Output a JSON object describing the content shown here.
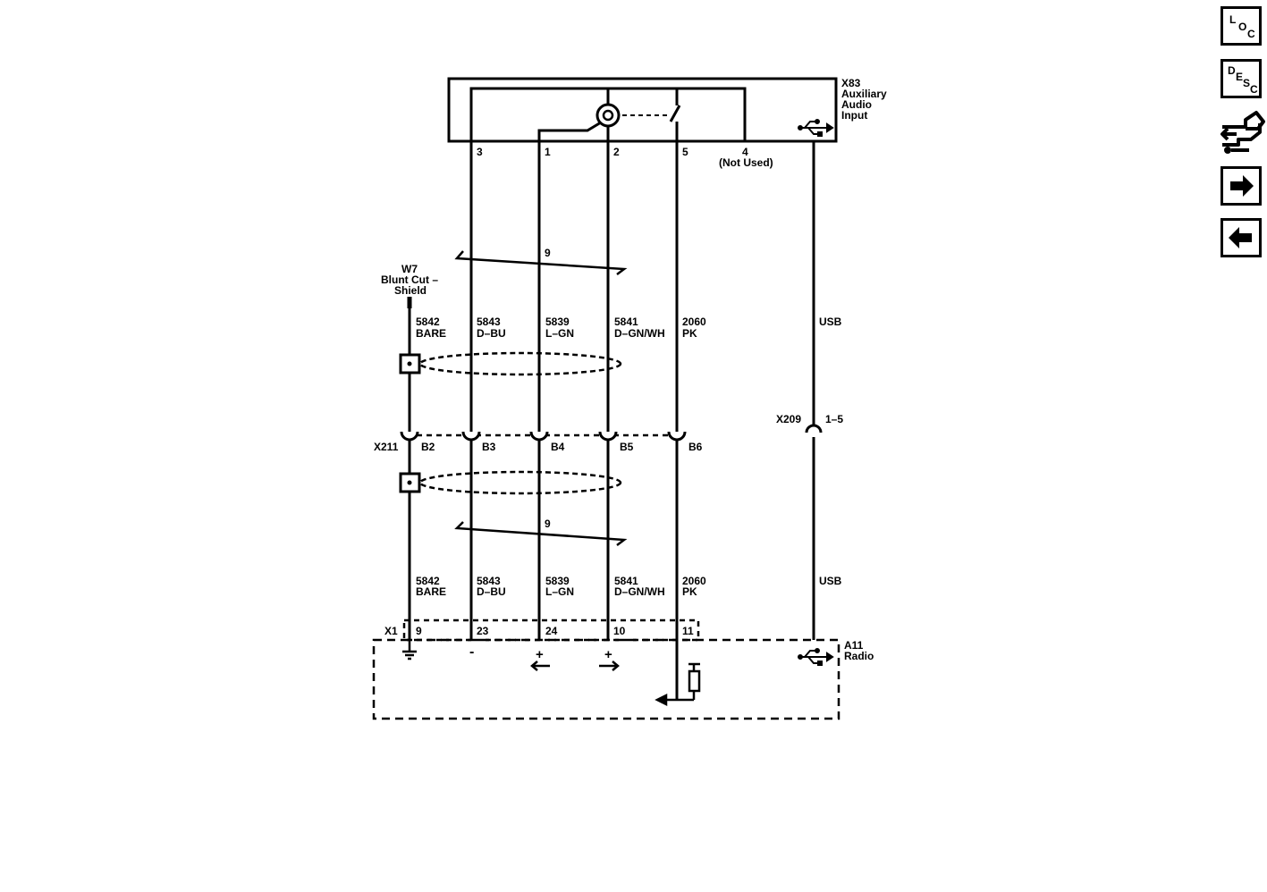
{
  "nav": {
    "loc": {
      "l1": "L",
      "l2": "O",
      "l3": "C"
    },
    "desc": {
      "l1": "D",
      "l2": "E",
      "l3": "S",
      "l4": "C"
    }
  },
  "x83": {
    "name": "X83",
    "desc1": "Auxiliary",
    "desc2": "Audio",
    "desc3": "Input",
    "pins": [
      "3",
      "1",
      "2",
      "5",
      "4"
    ],
    "not_used": "(Not Used)"
  },
  "twist_label": "9",
  "w7": {
    "name": "W7",
    "desc1": "Blunt Cut –",
    "desc2": "Shield"
  },
  "wires": [
    {
      "circuit": "5842",
      "color": "BARE"
    },
    {
      "circuit": "5843",
      "color": "D–BU"
    },
    {
      "circuit": "5839",
      "color": "L–GN"
    },
    {
      "circuit": "5841",
      "color": "D–GN/WH"
    },
    {
      "circuit": "2060",
      "color": "PK"
    }
  ],
  "usb_label": "USB",
  "x211": {
    "name": "X211",
    "pins": [
      "B2",
      "B3",
      "B4",
      "B5",
      "B6"
    ]
  },
  "x209": {
    "name": "X209",
    "pins": "1–5"
  },
  "x1": {
    "name": "X1",
    "pins": [
      "9",
      "23",
      "24",
      "10",
      "11"
    ]
  },
  "a11": {
    "name": "A11",
    "desc": "Radio"
  },
  "symbols": {
    "minus": "-",
    "plus": "+"
  }
}
